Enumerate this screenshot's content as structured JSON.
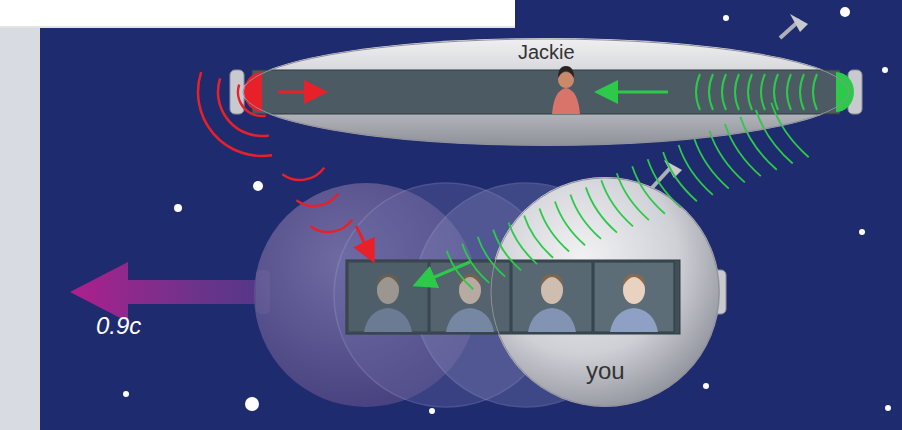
{
  "diagram": {
    "nodes": [
      {
        "text": [
          "Jackie"
        ]
      },
      {
        "text": [
          "you"
        ]
      }
    ],
    "labels": [
      "0.9c"
    ]
  }
}
